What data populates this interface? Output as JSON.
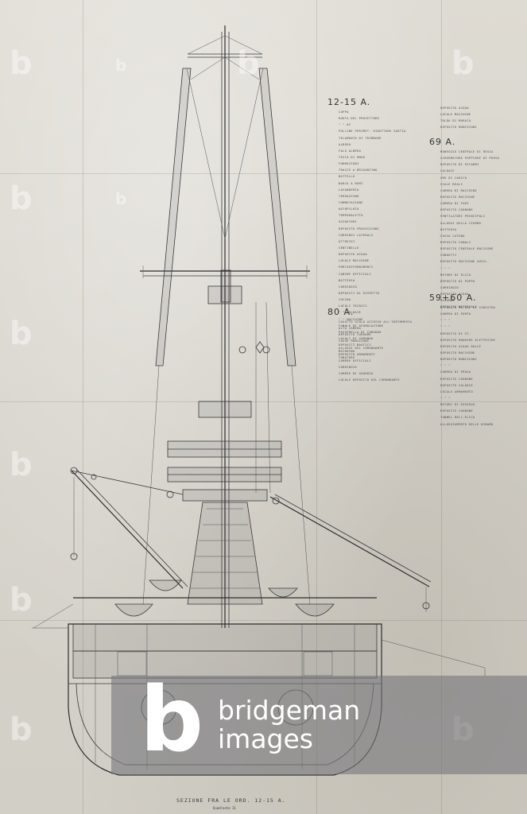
{
  "sections": [
    {
      "id": "sec-12-15",
      "heading": "12-15 A.",
      "items": [
        "CAPPA",
        "RUOTA DEL PROIETTORE",
        "\" \" AF",
        "PULLINE PERIMET. RIDUTTORE SARTIA",
        "TELAMENTO DI TRIMMARE",
        "ALBERO",
        "FALO ALBERO",
        "TESTA DI MORO",
        "FORMAZIONI",
        "TRACCE A BRIGANTINO",
        "BATTELLO",
        "BARCA A REMI",
        "LAVANDERIA",
        "TERRAZZINO",
        "COMMUTAZIONE",
        "AUTOPILOTA",
        "TEMPORALETTO",
        "GUIDATORI",
        "DEPOSITO PROVVIGIONI",
        "CORRIDOI LATERALI",
        "ATTREZZI",
        "SENTINELLE",
        "DEPOSITO ACQUA",
        "LOCALE MACCHINE",
        "PORTARIFORNIMENTI",
        "CABINE UFFICIALI",
        "BATTERIA",
        "CORRIDOIO",
        "DEPOSITI DI RISPETTO",
        "CUCINA",
        "LOCALI TECNICI",
        "\" \" CALDAIE",
        "\" \" MACCHINE",
        "FANALE DI SEGNALAZIONE",
        "PASSERELLA DI COMANDO",
        "LOCALI DI COMANDO",
        "DEPOSITI NAUTICI",
        "MOTORINO",
        "TUBATURE"
      ]
    },
    {
      "id": "sec-80",
      "heading": "80 A.",
      "items": [
        "CASOTTO SCALA ACCESSO ALL'INFERMERIA",
        "ALTA CAMERA",
        "DEPOSITO CORDAME",
        "CASSE MUNIZIONI",
        "ALLOGGI DEL COMANDANTE",
        "DEPOSITO ARMAMENTI",
        "CAMERE UFFICIALI",
        "CORRIDOIO",
        "CAMERE DI GUARDIA",
        "LOCALE DEPOSITO DEL COMANDANTE"
      ]
    },
    {
      "id": "sec-col2-top",
      "heading": "",
      "items": [
        "DEPOSITO ACQUA",
        "LOCALE MACCHINE",
        "TOLDO DI MURATA",
        "DEPOSITO MUNIZIONI"
      ]
    },
    {
      "id": "sec-69",
      "heading": "69 A.",
      "items": [
        "MANEGGIO CENTRALE DI REGIA",
        "SCHERMATURE POPPIERE DI PROVA",
        "DEPOSITO DI RICAMBI",
        "CALDAIE",
        "GRU DI CARICO",
        "SCALE REALI",
        "CAMERA DI MACCHINE",
        "DEPOSITO MACCHINE",
        "CAMERA DI FARI",
        "DEPOSITO CARBONE",
        "VENTILATORI PRINCIPALI",
        "ALLOGGI DELLA CIURMA",
        "BATTERIA",
        "CASSA CATENA",
        "DEPOSITO FANALI",
        "DEPOSITO CENTRALE MACCHINE",
        "CONDOTTI",
        "DEPOSITO MACCHINE AUSIL.",
        "\" \" \"",
        "MOTORE DI ELICA",
        "DEPOSITO DI POPPA",
        "CORRIDOIO",
        "DEPOSITO ACQUA",
        "RICAMBI",
        "DEPOSITO MATERIALE"
      ]
    },
    {
      "id": "sec-59-60",
      "heading": "59+60 A.",
      "items": [
        "APPARATO MOTORE DI SINISTRA",
        "CAMERA DI POPPA",
        "\" \" \"",
        "\" \" \"",
        "DEPOSITO DI ST.",
        "DEPOSITO MANOVRE ELETTRICHE",
        "DEPOSITO ACQUA DOLCE",
        "DEPOSITO MACCHINE",
        "DEPOSITO MUNIZIONI",
        "\" \" \"",
        "CAMERA DI PROVA",
        "DEPOSITO CARBONE",
        "DEPOSITO CALDAIE",
        "LOCALE ARMAMENTO",
        "\" \" \"",
        "MOTORI DI RISERVA",
        "DEPOSITO CARBONE",
        "TUNNEL DELL'ELICA",
        "ALLOGGIAMENTO DELLE DINAMO"
      ]
    }
  ],
  "caption": {
    "title": "SEZIONE FRA LE ORD. 12-15 A.",
    "subtitle": "Quadrante 31"
  },
  "watermark": {
    "glyph": "b",
    "brand_line1": "bridgeman",
    "brand_line2": "images"
  },
  "colors": {
    "paper": "#d8d6d0",
    "ink": "#3a3a3c",
    "watermark_band": "#78787d"
  }
}
